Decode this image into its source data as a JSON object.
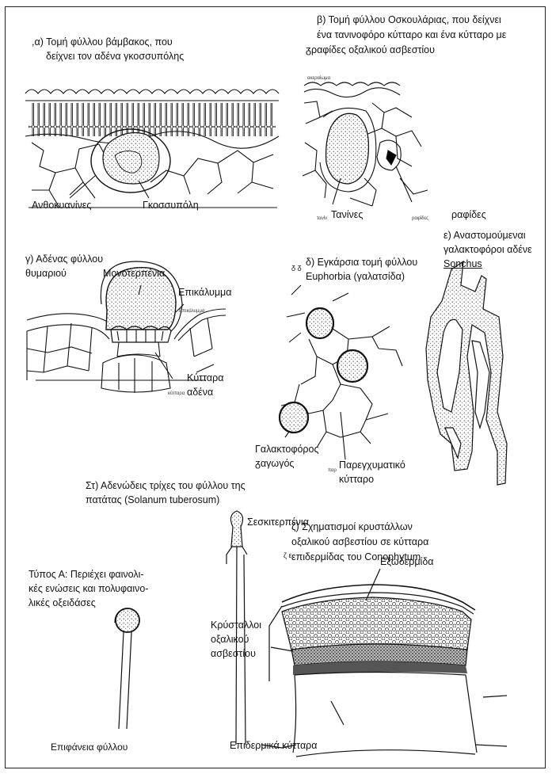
{
  "panels": {
    "a": {
      "title_lines": [
        ",α) Τομή φύλλου βάμβακος, που",
        "δείχνει τον αδένα γκοσσυπόλης"
      ],
      "labels": {
        "left": "Ανθοκυανίνες",
        "right": "Γκοσσυπόλη"
      }
    },
    "b": {
      "title_lines": [
        "β) Τομή φύλλου Οσκουλάριας, που δείχνει",
        "ένα τανινοφόρο κύτταρο και ένα κύτταρο με",
        "ᵹραφίδες οξαλικού ασβεστίου"
      ],
      "labels": {
        "tannins": "Τανίνες",
        "raphides": "ραφίδες"
      },
      "small_labels": {
        "top": "ακεραίωμα",
        "tannins_small": "τανίν",
        "raphides_small": "ραφίδες"
      }
    },
    "c": {
      "title_lines": [
        "γ) Αδένας φύλλου",
        "θυμαριού"
      ],
      "labels": {
        "monoterpene": "Μονοτερπένια",
        "cuticle": "Επικάλυμμα",
        "gland_cells": [
          "Κύτταρα",
          "αδένα"
        ]
      },
      "small_labels": {
        "cuticle_small": "Επικάλυμμα",
        "gland_small": "κύτταρα"
      }
    },
    "d": {
      "title_lines": [
        "δ) Εγκάρσια τομή φύλλου",
        "Euphorbia (γαλατσίδα)"
      ],
      "title_prefix": "ᵹ ᵹ",
      "labels": {
        "laticifer": [
          "Γαλακτοφόρος",
          "ᵹαγωγός"
        ],
        "parenchyma": [
          "Παρεγχυματικό",
          "κύτταρο"
        ]
      },
      "small_labels": {
        "parenchyma_small": "παρ"
      }
    },
    "e": {
      "title_lines": [
        "ε) Αναστομούμεναι",
        "γαλακτοφόροι αδένε",
        "Sonchus"
      ]
    },
    "st": {
      "title_lines": [
        "Στ) Αδενώδεις τρίχες του φύλλου της",
        "πατάτας (Solanum tuberosum)"
      ],
      "labels": {
        "sesquiterpene": "Σεσκιτερπένια",
        "typeA": [
          "Τύπος Α: Περιέχει φαινολι-",
          "κές ενώσεις και πολυφαινο-",
          "λικές οξειδάσες"
        ],
        "leaf_surface": "Επιφάνεια φύλλου"
      }
    },
    "z": {
      "title_lines": [
        "ζ) Σχηματισμοί κρυστάλλων",
        "οξαλικού ασβεστίου σε κύτταρα",
        "επιδερμίδας του Conophytum"
      ],
      "title_prefix": "ζ ε",
      "labels": {
        "exodermis": "Εξωδερμίδα",
        "crystals": [
          "Κρύσταλλοι",
          "οξαλικού",
          "ασβεστίου"
        ],
        "epidermal_cells": "Επιδερμικά κύτταρα"
      }
    }
  },
  "colors": {
    "ink": "#111111",
    "stipple": "#9a9a9a",
    "paper": "#ffffff",
    "frame": "#222222"
  }
}
